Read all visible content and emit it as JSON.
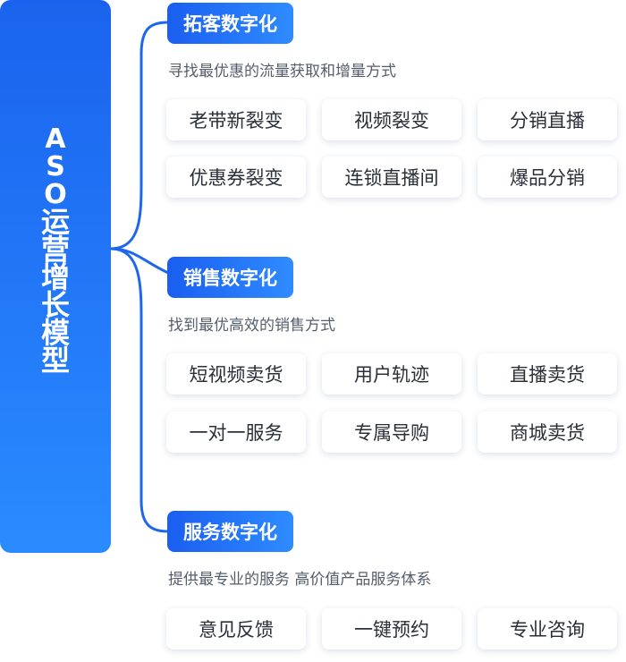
{
  "left_title": [
    "A",
    "S",
    "O",
    "运",
    "营",
    "增",
    "长",
    "模",
    "型"
  ],
  "sections": [
    {
      "title": "拓客数字化",
      "desc": "寻找最优惠的流量获取和增量方式",
      "items": [
        "老带新裂变",
        "视频裂变",
        "分销直播",
        "优惠券裂变",
        "连锁直播间",
        "爆品分销"
      ]
    },
    {
      "title": "销售数字化",
      "desc": "找到最优高效的销售方式",
      "items": [
        "短视频卖货",
        "用户轨迹",
        "直播卖货",
        "一对一服务",
        "专属导购",
        "商城卖货"
      ]
    },
    {
      "title": "服务数字化",
      "desc": "提供最专业的服务 高价值产品服务体系",
      "items": [
        "意见反馈",
        "一键预约",
        "专业咨询"
      ]
    }
  ],
  "colors": {
    "primary": "#1a63ee",
    "connector": "#1f66ee",
    "item_text": "#2a2f38",
    "desc_text": "#555e6b"
  }
}
